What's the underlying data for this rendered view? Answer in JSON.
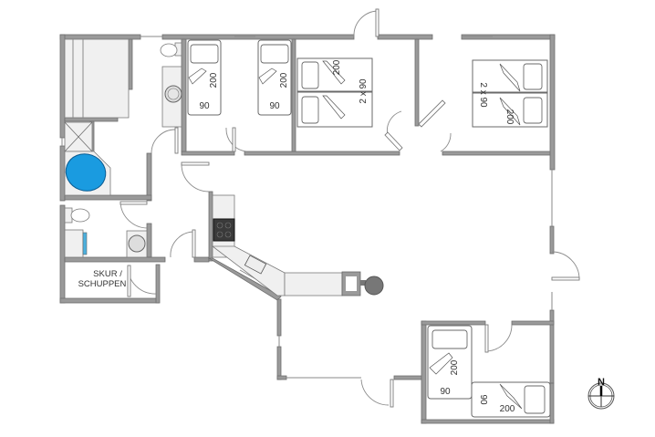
{
  "plan": {
    "rooms": [
      {
        "id": "storage",
        "label_line1": "SKUR /",
        "label_line2": "SCHUPPEN"
      }
    ],
    "beds": [
      {
        "id": "bed-1",
        "width": "90",
        "length": "200"
      },
      {
        "id": "bed-2",
        "width": "90",
        "length": "200"
      },
      {
        "id": "bed-3",
        "size": "2 x 90",
        "length": "200"
      },
      {
        "id": "bed-4",
        "size": "2 x 90",
        "length": "200"
      },
      {
        "id": "bed-5",
        "width": "90",
        "length": "200"
      },
      {
        "id": "bed-6",
        "width": "90",
        "length": "200"
      }
    ],
    "compass": {
      "label": "N"
    },
    "colors": {
      "wall": "#9a9a9a",
      "bathtub": "#1a9be0",
      "fixture": "#f0f0f0",
      "stove": "#3a3a3a"
    }
  }
}
